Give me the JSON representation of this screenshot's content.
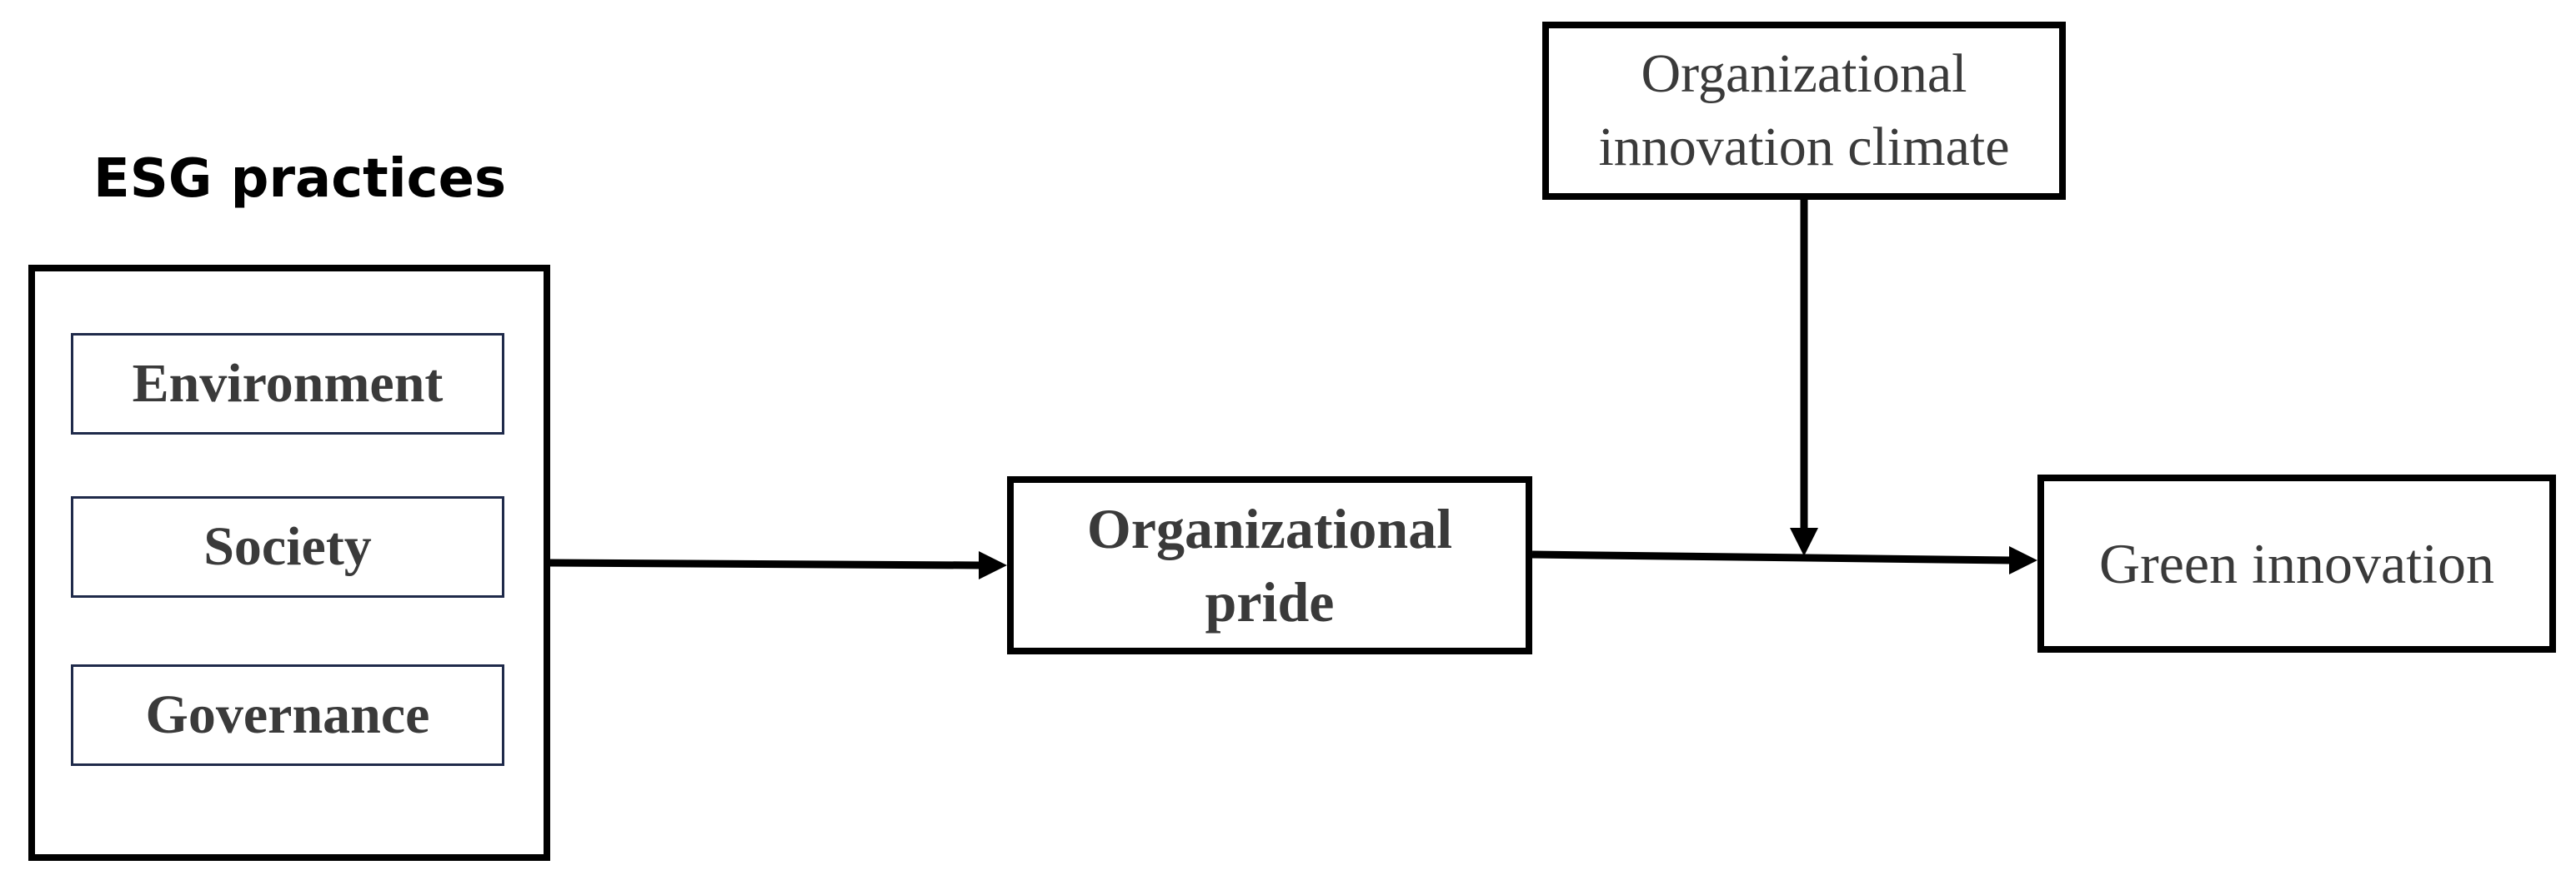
{
  "esg_group": {
    "title": "ESG practices",
    "items": [
      "Environment",
      "Society",
      "Governance"
    ]
  },
  "mediator": {
    "line1": "Organizational",
    "line2": "pride"
  },
  "moderator": {
    "line1": "Organizational",
    "line2": "innovation climate"
  },
  "outcome": {
    "label": "Green innovation"
  },
  "colors": {
    "box_border": "#000000",
    "inner_box_border": "#1f2a4a",
    "text": "#3a3a3a",
    "arrow": "#000000"
  }
}
